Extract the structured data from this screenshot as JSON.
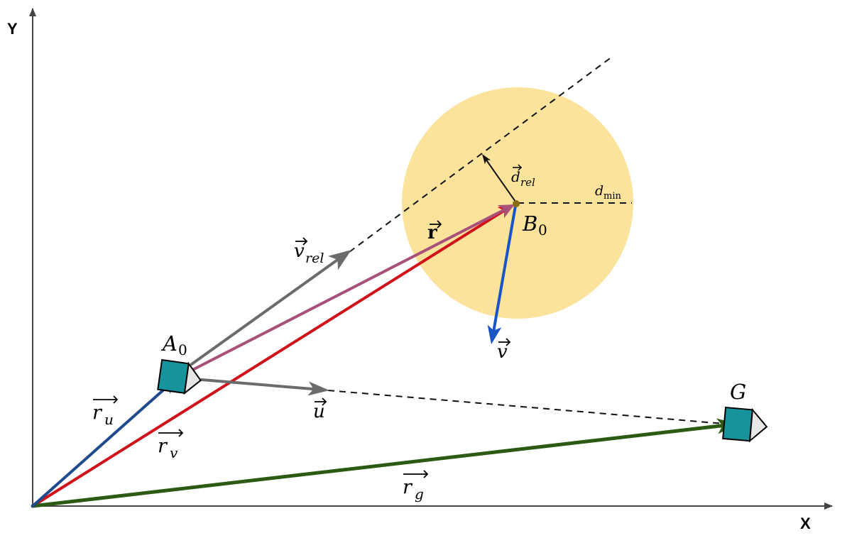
{
  "axes": {
    "x_label": "X",
    "y_label": "Y"
  },
  "zone": {
    "fill": "#fbe39c"
  },
  "labels": {
    "A0": {
      "main": "A",
      "sub": "0"
    },
    "B0": {
      "main": "B",
      "sub": "0"
    },
    "G": {
      "main": "G"
    },
    "r": {
      "main": "r"
    },
    "v": {
      "main": "v"
    },
    "u": {
      "main": "u"
    },
    "vrel": {
      "main": "v",
      "sub": "rel"
    },
    "drel": {
      "main": "d",
      "sub": "rel"
    },
    "dmin": {
      "main": "d",
      "sub": "min"
    },
    "ru": {
      "main": "r",
      "sub": "u"
    },
    "rv": {
      "main": "r",
      "sub": "v"
    },
    "rg": {
      "main": "r",
      "sub": "g"
    }
  },
  "colors": {
    "r_u": "#1f4a8c",
    "r_v": "#d0121b",
    "r": "#a8507a",
    "v_rel": "#6b6b6b",
    "u": "#6b6b6b",
    "v": "#1a55c8",
    "r_g": "#2b5a12",
    "robot_fill": "#17939c",
    "robot_nose": "#e6e6e6"
  }
}
